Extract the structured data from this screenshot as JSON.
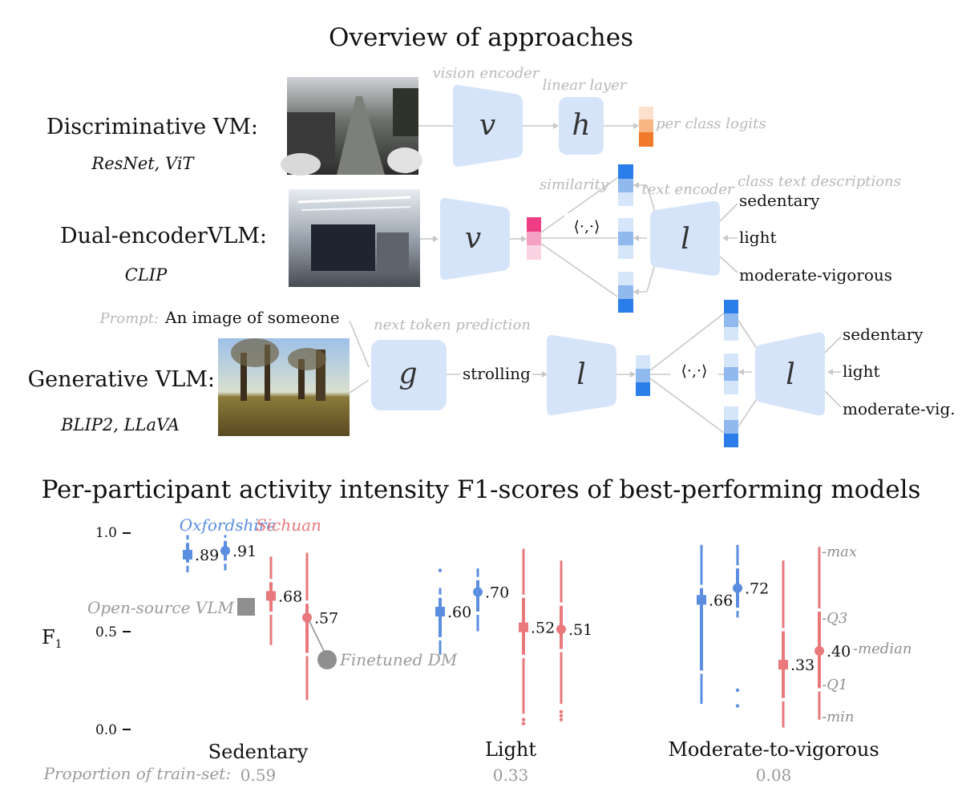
{
  "colors": {
    "oxford": "#5b8ee0",
    "sichuan": "#e8787c",
    "gray": "#8f8f8f",
    "block": "#d6e4fa",
    "accent_orange": "#f07a28",
    "accent_pink": "#ef3d85"
  },
  "overview": {
    "title": "Overview of approaches",
    "discriminative": {
      "label": "Discriminative VM:",
      "models": "ResNet, ViT",
      "vision_encoder": "vision encoder",
      "linear_layer": "linear layer",
      "per_class_logits": "per class logits",
      "v": "v",
      "h": "h"
    },
    "dual": {
      "label": "Dual-encoderVLM:",
      "models": "CLIP",
      "similarity": "similarity",
      "text_encoder": "text encoder",
      "class_text": "class text descriptions",
      "inner": "⟨·,·⟩",
      "v": "v",
      "l": "l",
      "classes": [
        "sedentary",
        "light",
        "moderate-vigorous"
      ]
    },
    "generative": {
      "label": "Generative VLM:",
      "models": "BLIP2, LLaVA",
      "prompt_label": "Prompt:",
      "prompt_text": "An image of someone",
      "next_token": "next token prediction",
      "generated_word": "strolling",
      "inner": "⟨·,·⟩",
      "g": "g",
      "l": "l",
      "classes": [
        "sedentary",
        "light",
        "moderate-vig."
      ]
    }
  },
  "chart_data": {
    "type": "box",
    "title": "Per-participant activity intensity F1-scores of best-performing models",
    "ylabel": "F",
    "ylabel_subscript": "1",
    "ylim": [
      0.0,
      1.0
    ],
    "yticks": [
      "1.0",
      "0.5",
      "0.0"
    ],
    "legend": {
      "oxford": "Oxfordshire",
      "sichuan": "Sichuan",
      "open_source": "Open-source VLM",
      "finetuned": "Finetuned DM"
    },
    "stat_labels": [
      "-max",
      "-Q3",
      "-median",
      "-Q1",
      "-min"
    ],
    "categories": [
      "Sedentary",
      "Light",
      "Moderate-to-vigorous"
    ],
    "proportion_label": "Proportion of train-set:",
    "proportions": [
      "0.59",
      "0.33",
      "0.08"
    ],
    "series": [
      {
        "dataset": "Oxfordshire",
        "model": "Open-source VLM",
        "category": "Sedentary",
        "whisker_low": 0.8,
        "q1": 0.85,
        "q3": 0.95,
        "whisker_high": 0.99,
        "median": 0.89,
        "label": ".89",
        "outliers": []
      },
      {
        "dataset": "Oxfordshire",
        "model": "Finetuned DM",
        "category": "Sedentary",
        "whisker_low": 0.81,
        "q1": 0.86,
        "q3": 0.96,
        "whisker_high": 0.99,
        "median": 0.91,
        "label": ".91",
        "outliers": []
      },
      {
        "dataset": "Sichuan",
        "model": "Open-source VLM",
        "category": "Sedentary",
        "whisker_low": 0.43,
        "q1": 0.6,
        "q3": 0.75,
        "whisker_high": 0.88,
        "median": 0.68,
        "label": ".68",
        "outliers": []
      },
      {
        "dataset": "Sichuan",
        "model": "Finetuned DM",
        "category": "Sedentary",
        "whisker_low": 0.15,
        "q1": 0.39,
        "q3": 0.64,
        "whisker_high": 0.9,
        "median": 0.57,
        "label": ".57",
        "outliers": []
      },
      {
        "dataset": "Oxfordshire",
        "model": "Open-source VLM",
        "category": "Light",
        "whisker_low": 0.38,
        "q1": 0.47,
        "q3": 0.67,
        "whisker_high": 0.72,
        "median": 0.6,
        "label": ".60",
        "outliers": [
          0.81
        ]
      },
      {
        "dataset": "Oxfordshire",
        "model": "Finetuned DM",
        "category": "Light",
        "whisker_low": 0.5,
        "q1": 0.6,
        "q3": 0.76,
        "whisker_high": 0.82,
        "median": 0.7,
        "label": ".70",
        "outliers": []
      },
      {
        "dataset": "Sichuan",
        "model": "Open-source VLM",
        "category": "Light",
        "whisker_low": 0.08,
        "q1": 0.38,
        "q3": 0.67,
        "whisker_high": 0.92,
        "median": 0.52,
        "label": ".52",
        "outliers": [
          0.05,
          0.03
        ]
      },
      {
        "dataset": "Sichuan",
        "model": "Finetuned DM",
        "category": "Light",
        "whisker_low": 0.13,
        "q1": 0.41,
        "q3": 0.63,
        "whisker_high": 0.86,
        "median": 0.51,
        "label": ".51",
        "outliers": [
          0.09,
          0.07,
          0.05
        ]
      },
      {
        "dataset": "Oxfordshire",
        "model": "Open-source VLM",
        "category": "Moderate-to-vigorous",
        "whisker_low": 0.13,
        "q1": 0.3,
        "q3": 0.72,
        "whisker_high": 0.94,
        "median": 0.66,
        "label": ".66",
        "outliers": []
      },
      {
        "dataset": "Oxfordshire",
        "model": "Finetuned DM",
        "category": "Moderate-to-vigorous",
        "whisker_low": 0.57,
        "q1": 0.62,
        "q3": 0.82,
        "whisker_high": 0.94,
        "median": 0.72,
        "label": ".72",
        "outliers": [
          0.2,
          0.12
        ]
      },
      {
        "dataset": "Sichuan",
        "model": "Open-source VLM",
        "category": "Moderate-to-vigorous",
        "whisker_low": 0.01,
        "q1": 0.16,
        "q3": 0.5,
        "whisker_high": 0.86,
        "median": 0.33,
        "label": ".33",
        "outliers": []
      },
      {
        "dataset": "Sichuan",
        "model": "Finetuned DM",
        "category": "Moderate-to-vigorous",
        "whisker_low": 0.05,
        "q1": 0.21,
        "q3": 0.6,
        "whisker_high": 0.93,
        "median": 0.4,
        "label": ".40",
        "outliers": []
      }
    ]
  }
}
